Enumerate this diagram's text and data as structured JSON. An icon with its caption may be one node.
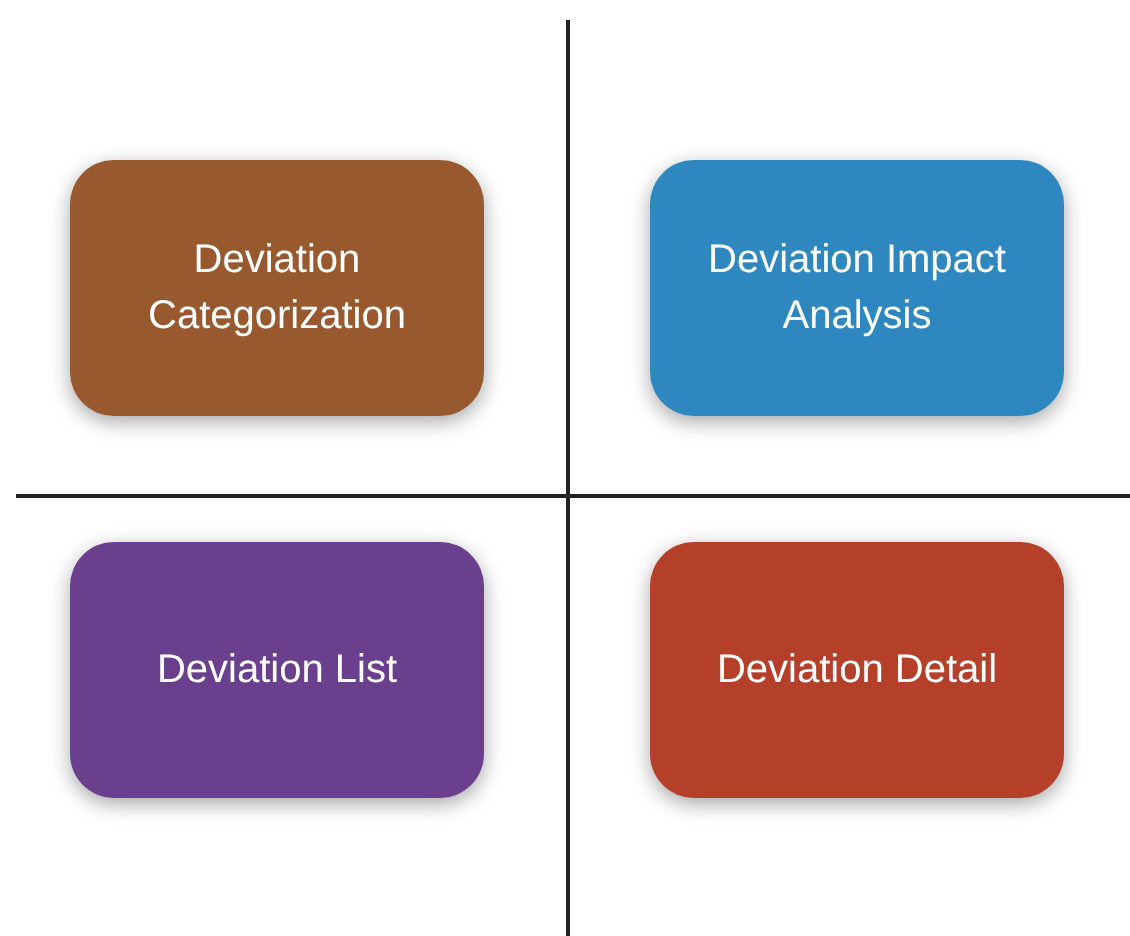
{
  "diagram": {
    "nodes": [
      {
        "text": [
          "Deviation Categorization"
        ]
      },
      {
        "text": [
          "Deviation Impact Analysis"
        ]
      },
      {
        "text": [
          "Deviation List"
        ]
      },
      {
        "text": [
          "Deviation Detail"
        ]
      }
    ]
  }
}
